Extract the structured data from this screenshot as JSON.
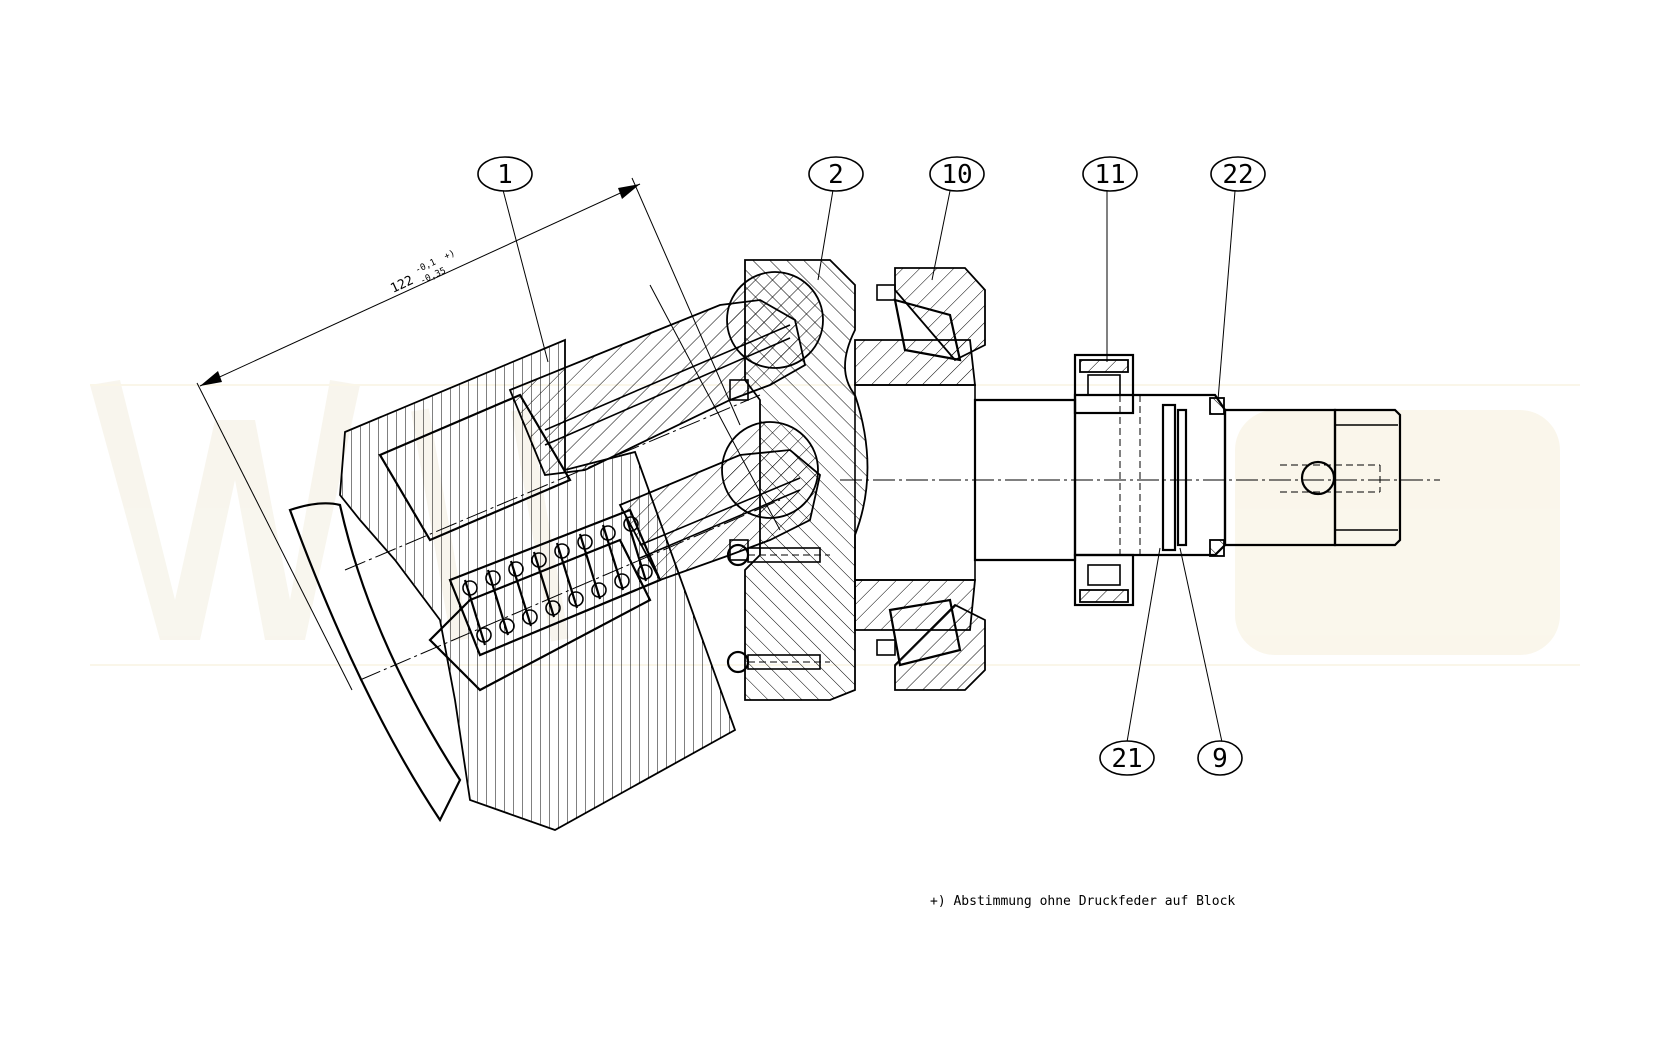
{
  "balloons": [
    {
      "id": "b1",
      "label": "1"
    },
    {
      "id": "b2",
      "label": "2"
    },
    {
      "id": "b10",
      "label": "10"
    },
    {
      "id": "b11",
      "label": "11"
    },
    {
      "id": "b22",
      "label": "22"
    },
    {
      "id": "b21",
      "label": "21"
    },
    {
      "id": "b9",
      "label": "9"
    }
  ],
  "dimension": {
    "value": "122",
    "tol_upper": "-0,1",
    "tol_lower": "-0,35",
    "footnote_mark": "+)"
  },
  "footnote": "+) Abstimmung ohne Druckfeder auf Block",
  "colors": {
    "line": "#000000",
    "background": "#ffffff",
    "watermark": "#f3eee0"
  }
}
